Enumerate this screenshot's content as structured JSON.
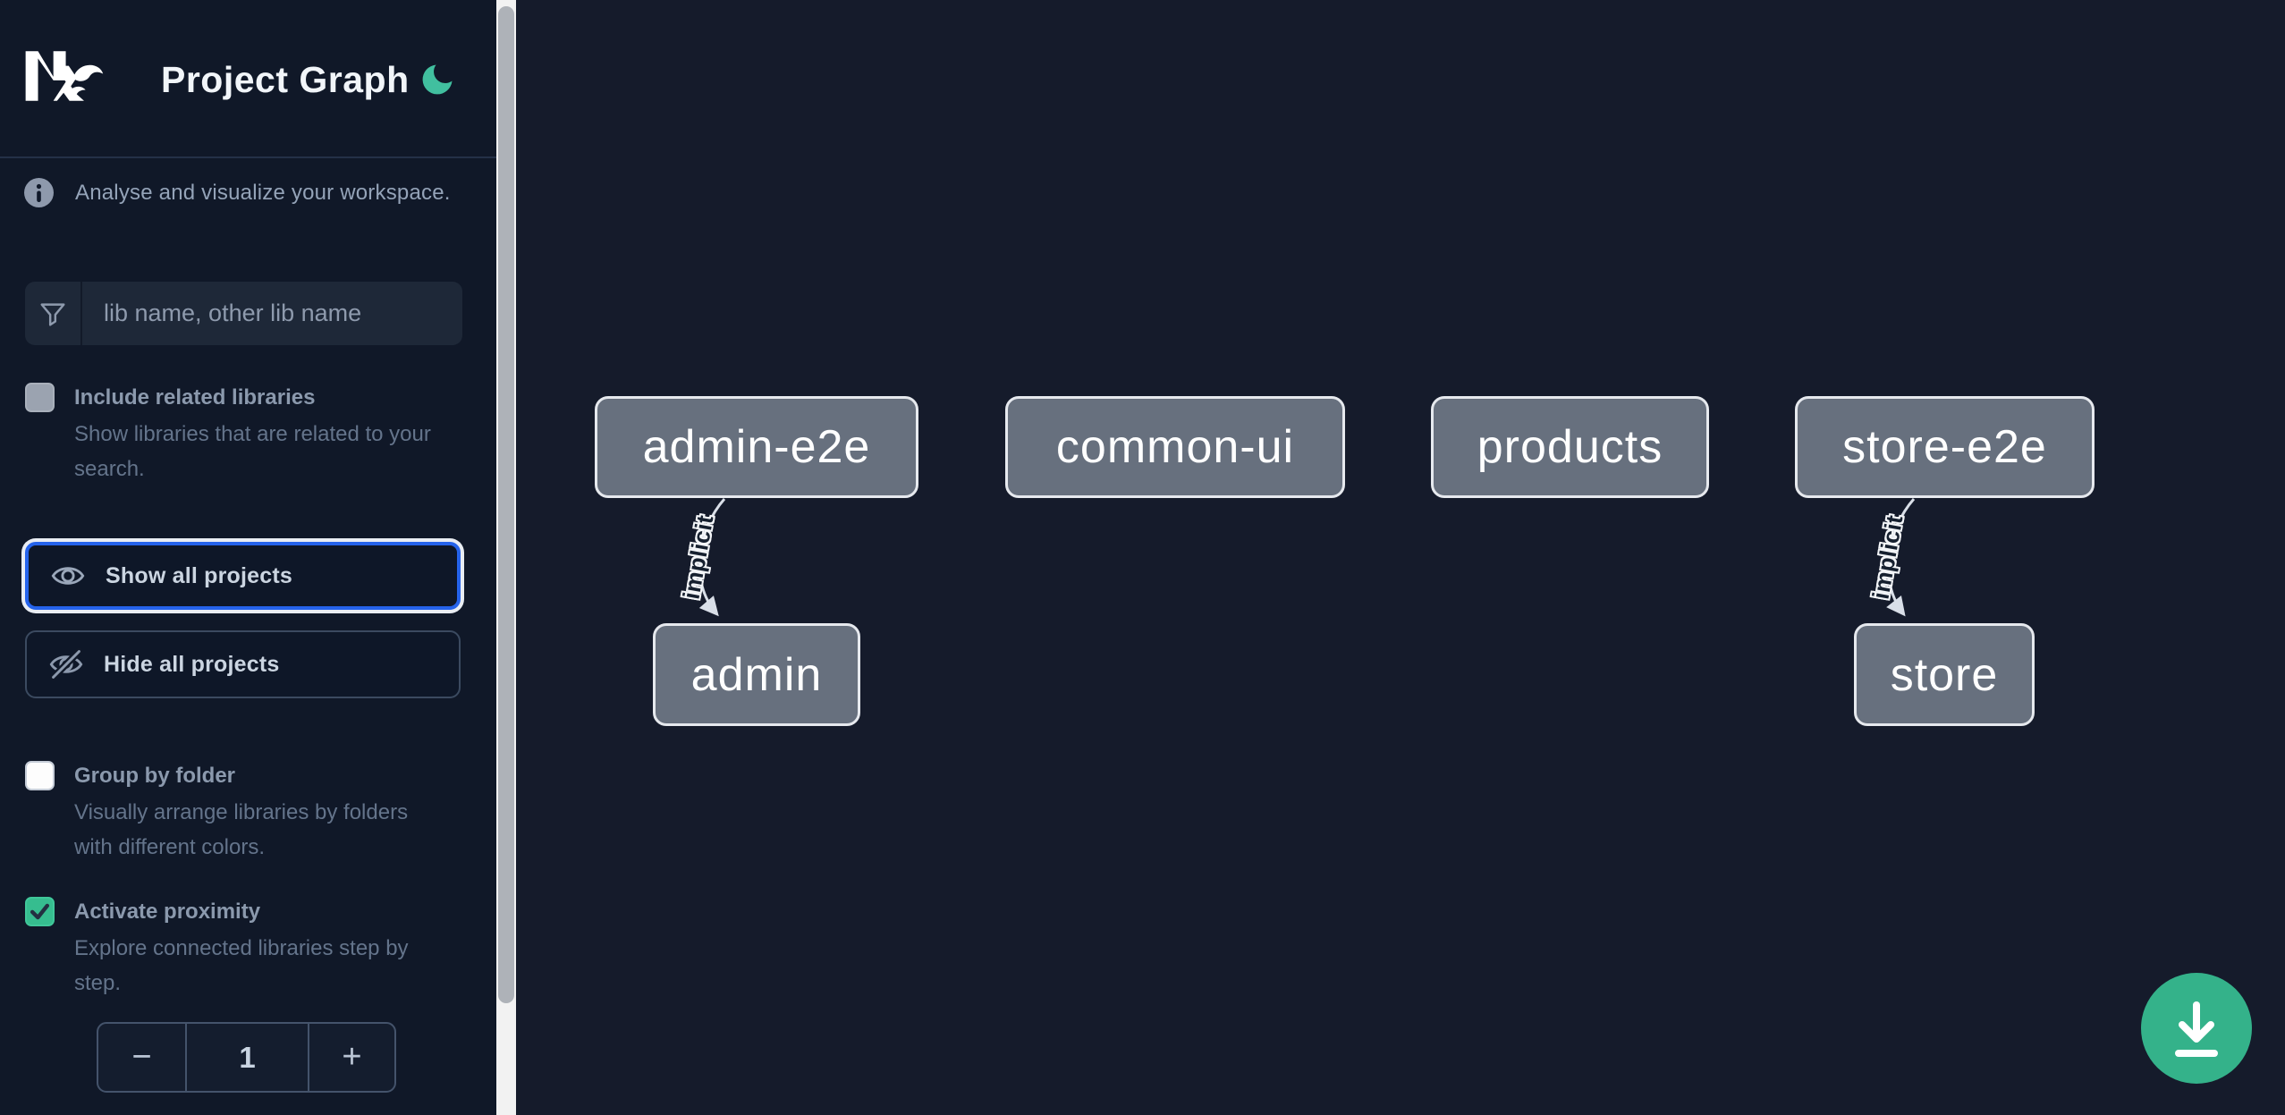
{
  "header": {
    "title": "Project Graph",
    "logo_alt": "Nx"
  },
  "sidebar": {
    "info_text": "Analyse and visualize your workspace.",
    "filter": {
      "placeholder": "lib name, other lib name",
      "value": ""
    },
    "include_related": {
      "label": "Include related libraries",
      "description": "Show libraries that are related to your search.",
      "checked": false
    },
    "buttons": {
      "show_all": "Show all projects",
      "hide_all": "Hide all projects"
    },
    "group_by_folder": {
      "label": "Group by folder",
      "description": "Visually arrange libraries by folders with different colors.",
      "checked": false
    },
    "activate_proximity": {
      "label": "Activate proximity",
      "description": "Explore connected libraries step by step.",
      "checked": true
    },
    "proximity_stepper": {
      "decrement_label": "−",
      "value": "1",
      "increment_label": "+"
    }
  },
  "graph": {
    "nodes": [
      {
        "label": "admin-e2e"
      },
      {
        "label": "common-ui"
      },
      {
        "label": "products"
      },
      {
        "label": "store-e2e"
      },
      {
        "label": "admin"
      },
      {
        "label": "store"
      }
    ],
    "edges": [
      {
        "source": "admin-e2e",
        "target": "admin",
        "label": "implicit"
      },
      {
        "source": "store-e2e",
        "target": "store",
        "label": "implicit"
      }
    ]
  },
  "colors": {
    "sidebar_bg": "#101828",
    "canvas_bg": "#151b2b",
    "accent_teal": "#41bf9f",
    "fab_green": "#34b28a",
    "checkbox_green": "#36bd8f",
    "focus_blue": "#2563eb",
    "node_fill": "#67707e",
    "node_border": "#e6e9ee",
    "edge_stroke": "#d9dfe8",
    "muted_text": "#94a3b8"
  }
}
